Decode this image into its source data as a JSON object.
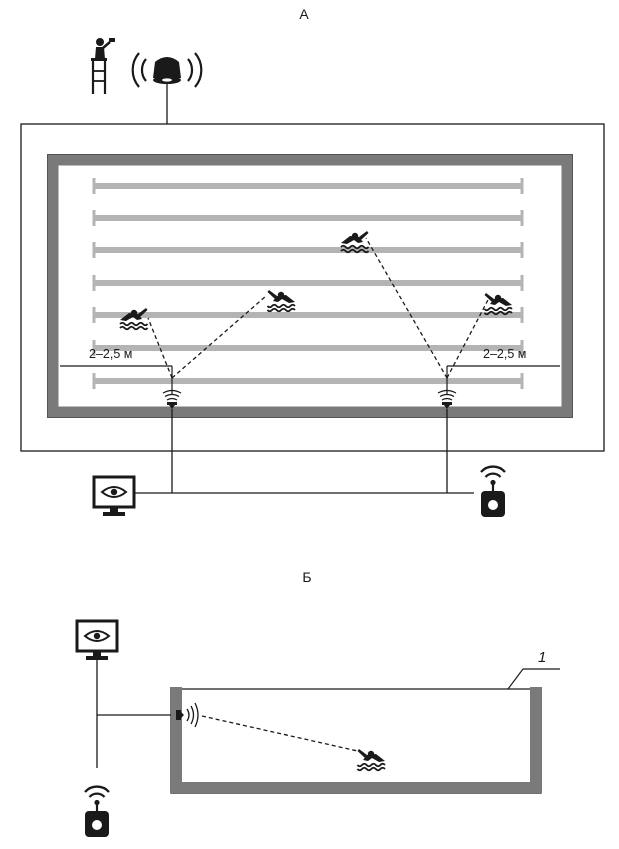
{
  "figure_a": {
    "label": "А",
    "dimension_left": "2–2,5 м",
    "dimension_right": "2–2,5 м",
    "icons": [
      "lifeguard-icon",
      "alarm-bell-icon",
      "swimmer-icon",
      "underwater-sensor-icon",
      "monitor-eye-icon",
      "wireless-pager-icon"
    ]
  },
  "figure_b": {
    "label": "Б",
    "callout_number": "1",
    "icons": [
      "monitor-eye-icon",
      "wireless-pager-icon",
      "wall-sensor-icon",
      "swimmer-icon"
    ]
  },
  "colors": {
    "pool_wall": "#7a7a7a",
    "lane_rope": "#b4b4b4",
    "ink": "#1a1a1a"
  }
}
